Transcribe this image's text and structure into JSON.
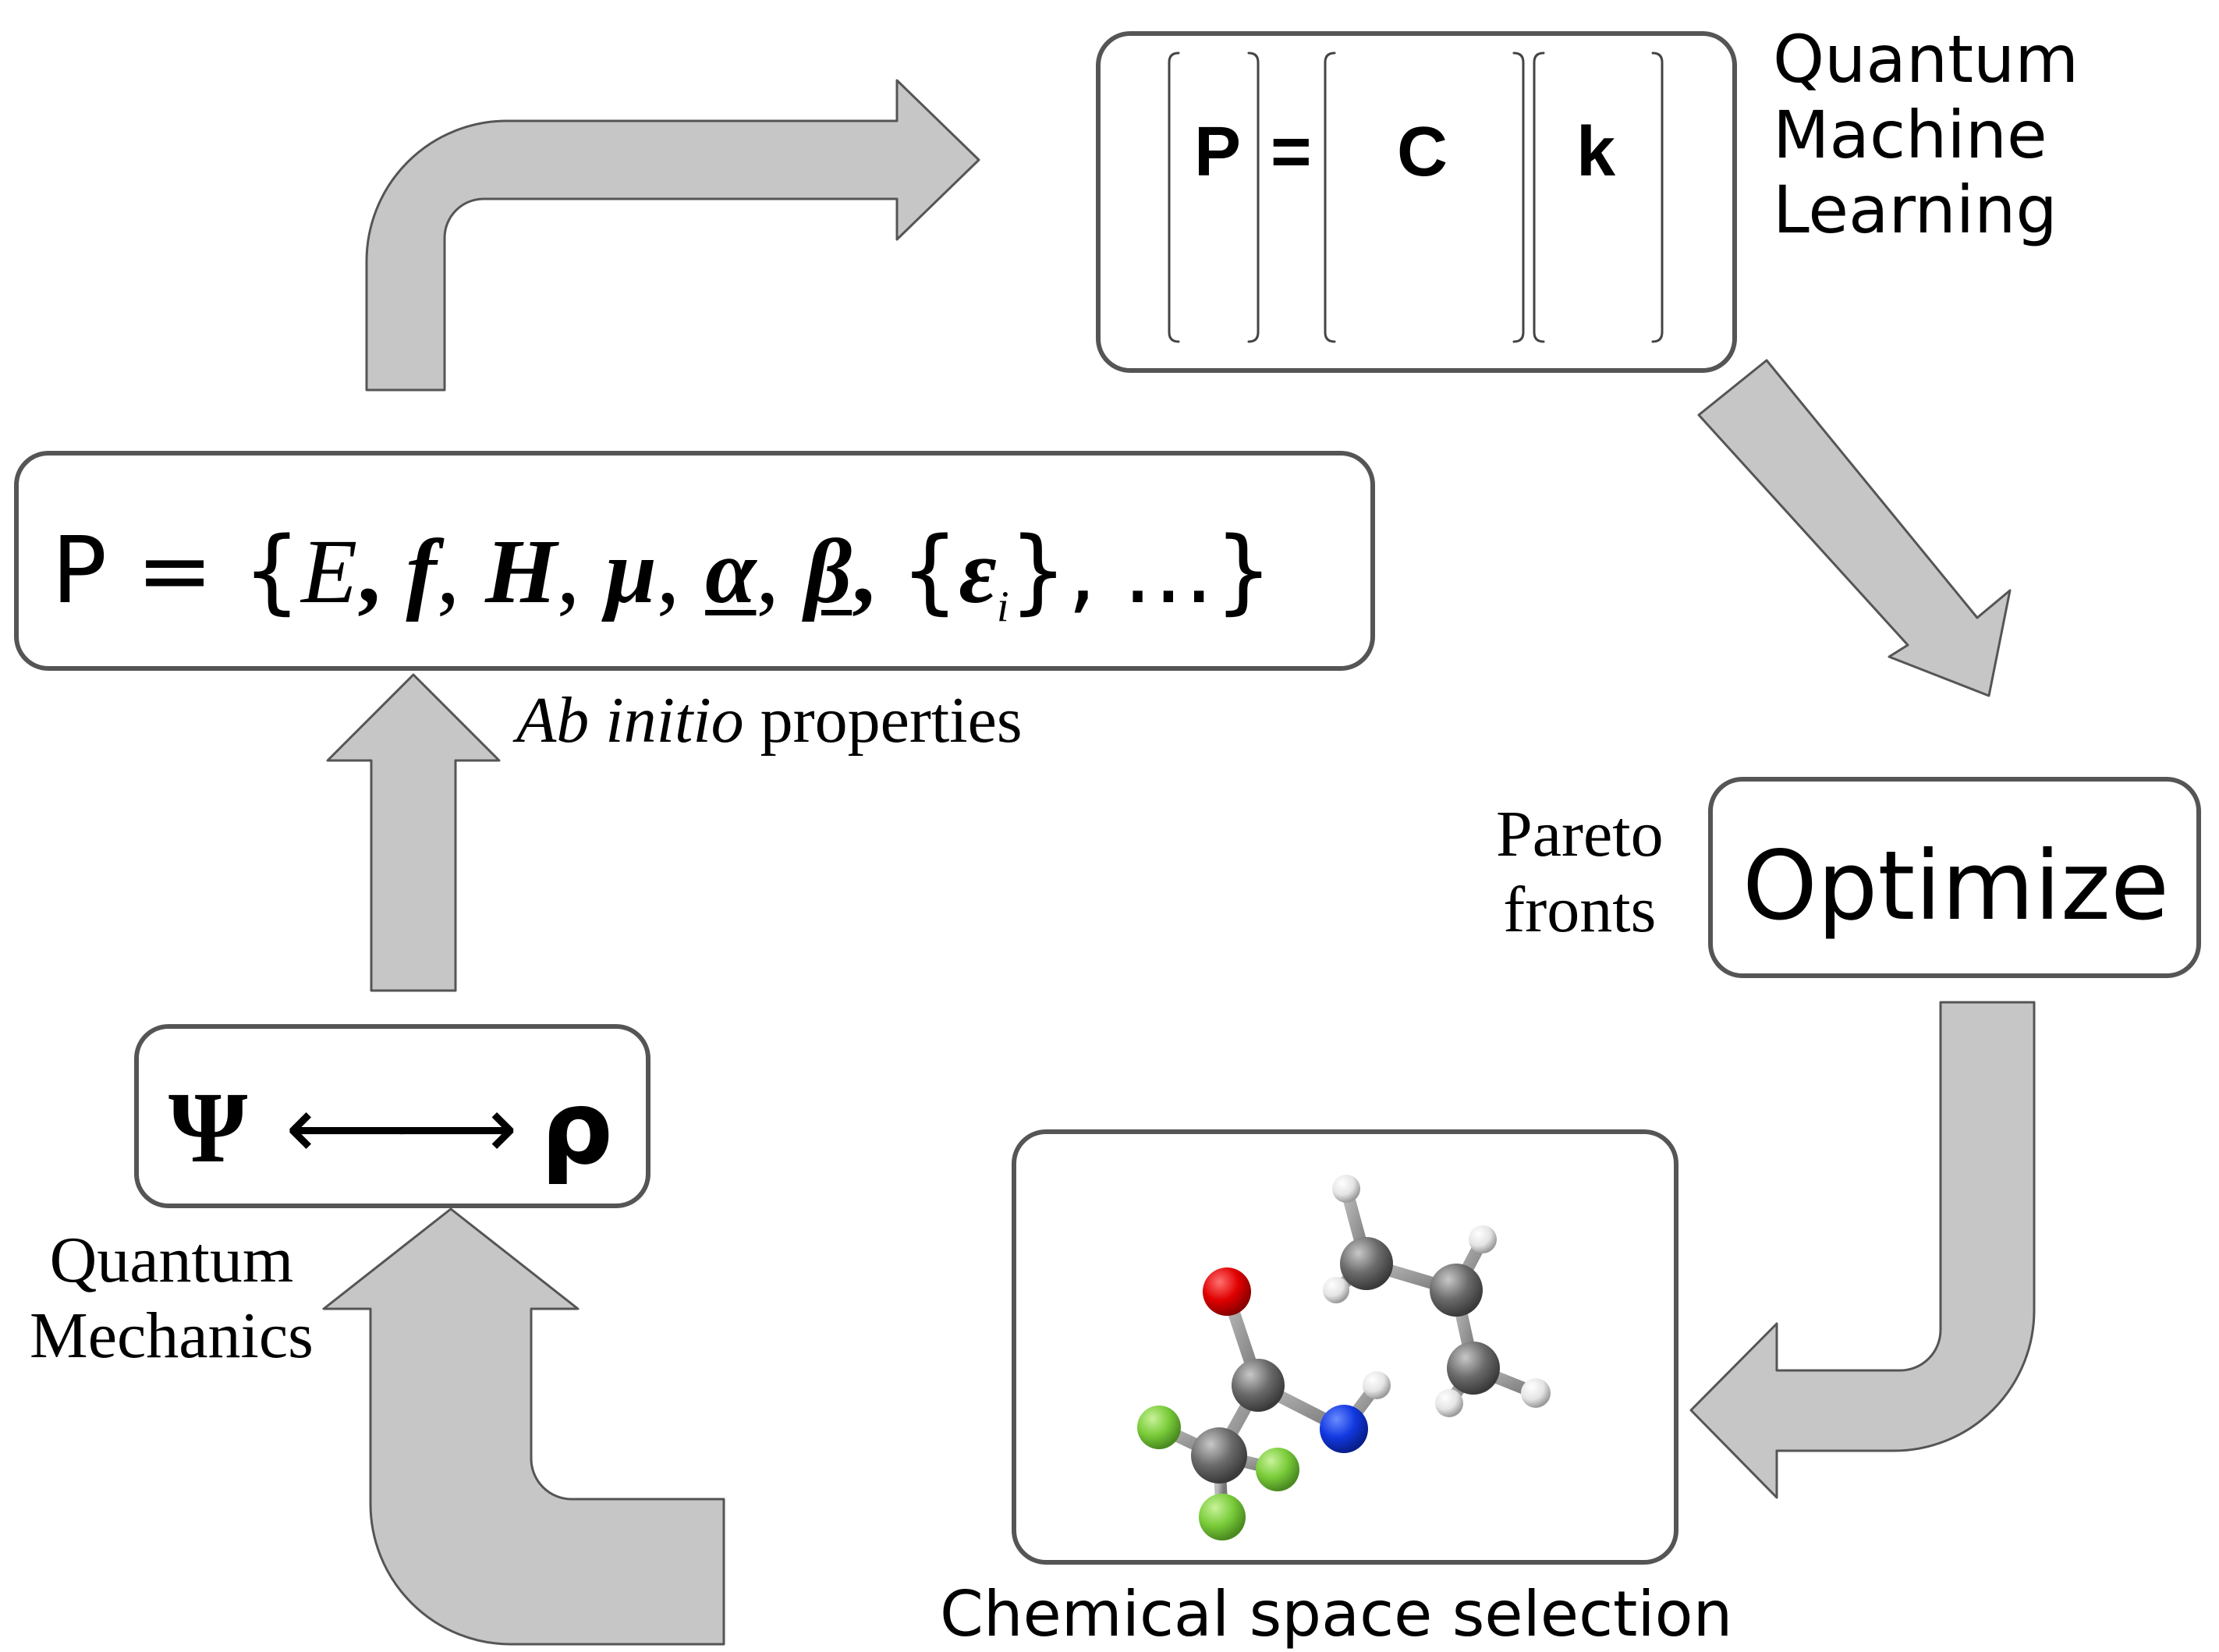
{
  "colors": {
    "arrow_fill": "#c6c6c6",
    "arrow_stroke": "#555555",
    "box_border": "#555555",
    "background": "#ffffff"
  },
  "qml_box": {
    "p": "P",
    "eq": "=",
    "c": "C",
    "k": "k",
    "caption": [
      "Quantum",
      "Machine",
      "Learning"
    ]
  },
  "properties_box": {
    "prefix": "P = {",
    "E": "E",
    "f": "f",
    "H": "H",
    "mu": "μ",
    "alpha": "α",
    "beta": "β",
    "eps_open": "{",
    "eps": "ε",
    "eps_sub": "i",
    "eps_close": "}",
    "sep": ",",
    "ellipsis": "…",
    "close": "}",
    "caption_italic": "Ab initio",
    "caption_rest": "properties"
  },
  "optimize_box": {
    "label": "Optimize",
    "side_caption": [
      "Pareto",
      "fronts"
    ]
  },
  "qm_box": {
    "psi": "Ψ",
    "arrow": "⟵⟶",
    "rho": "ρ",
    "caption": [
      "Quantum",
      "Mechanics"
    ]
  },
  "chemical_box": {
    "caption": "Chemical space selection",
    "molecule_icon": "molecule-ball-and-stick-icon"
  }
}
